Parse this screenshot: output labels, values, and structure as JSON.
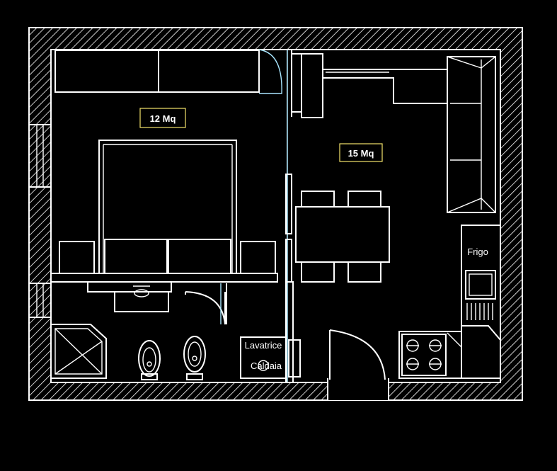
{
  "labels": {
    "bedroom_area": "12 Mq",
    "living_area": "15 Mq",
    "fridge": "Frigo",
    "washer": "Lavatrice",
    "boiler": "Caldaia"
  },
  "colors": {
    "background": "#000000",
    "lines": "#ffffff",
    "accent_cyan": "#a9e6ff",
    "accent_yellow": "#f2e26a"
  }
}
